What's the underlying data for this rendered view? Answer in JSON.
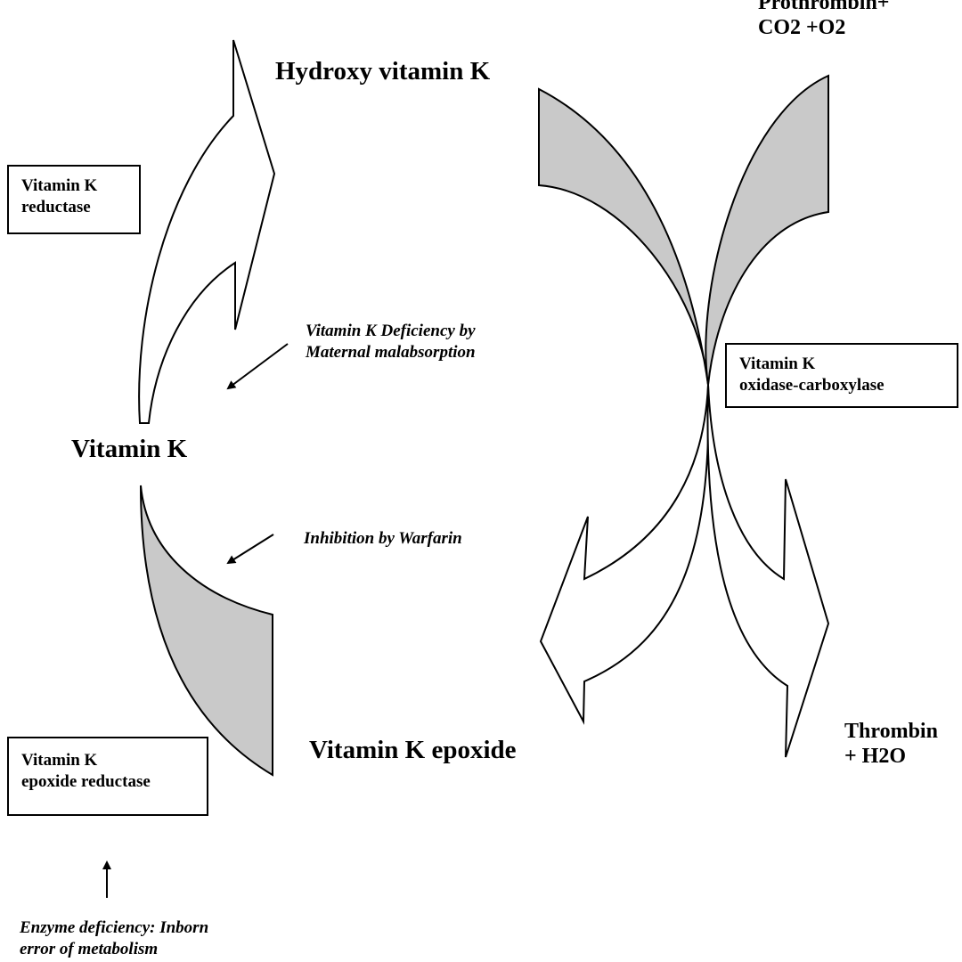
{
  "metabolites": {
    "vitamin_k": "Vitamin K",
    "hydroxy_vitamin_k": "Hydroxy vitamin K",
    "vitamin_k_epoxide": "Vitamin K epoxide"
  },
  "substrates": {
    "line1": "Prothrombin+",
    "line2": "CO2 +O2"
  },
  "products": {
    "line1": "Thrombin",
    "line2": "+ H2O"
  },
  "enzymes": {
    "reductase": {
      "line1": "Vitamin K",
      "line2": "reductase"
    },
    "oxidase_carboxylase": {
      "line1": "Vitamin K",
      "line2": "oxidase-carboxylase"
    },
    "epoxide_reductase": {
      "line1": "Vitamin K",
      "line2": "epoxide reductase"
    }
  },
  "annotations": {
    "deficiency": {
      "line1": "Vitamin K Deficiency by",
      "line2": "Maternal malabsorption"
    },
    "warfarin": "Inhibition by Warfarin",
    "enzyme_deficiency": {
      "line1": "Enzyme deficiency: Inborn",
      "line2": "error of metabolism"
    }
  },
  "colors": {
    "shaded_arrow_fill": "#c9c9c9",
    "outline": "#000000",
    "background": "#ffffff"
  }
}
